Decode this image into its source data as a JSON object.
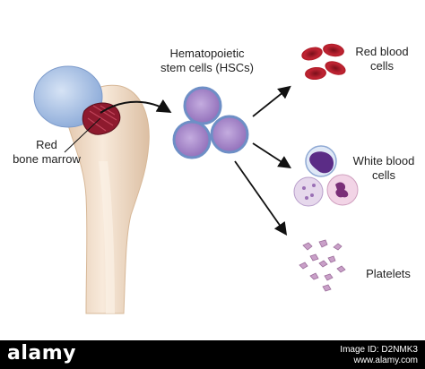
{
  "labels": {
    "hsc_line1": "Hematopoietic",
    "hsc_line2": "stem cells (HSCs)",
    "marrow_line1": "Red",
    "marrow_line2": "bone marrow",
    "rbc_line1": "Red blood",
    "rbc_line2": "cells",
    "wbc_line1": "White blood",
    "wbc_line2": "cells",
    "platelets": "Platelets"
  },
  "footer": {
    "logo": "alamy",
    "image_id_label": "Image ID: D2NMK3",
    "site": "www.alamy.com"
  },
  "colors": {
    "bone": "#f2dcc4",
    "cartilage": "#9cb8e0",
    "marrow": "#8e1a2e",
    "hsc": "#a989cc",
    "rbc": "#b31b2a",
    "platelet": "#c9a0c8",
    "footer_bg": "#000000"
  }
}
